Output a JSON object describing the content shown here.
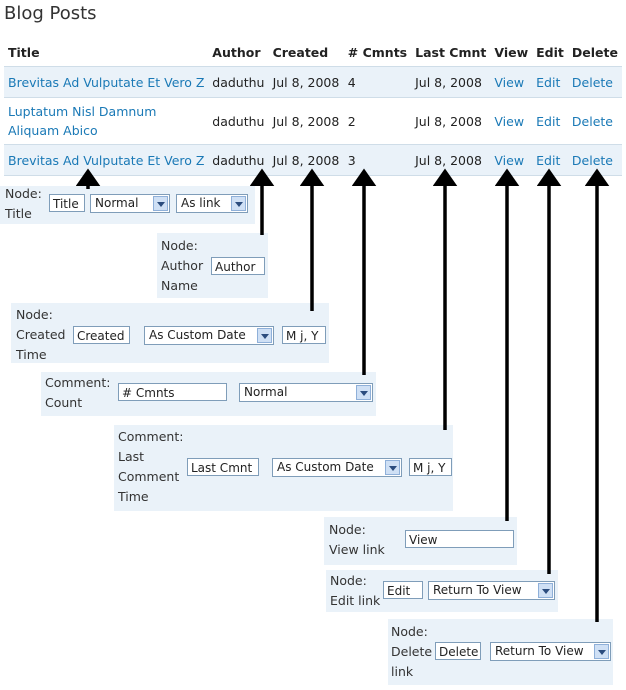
{
  "page_title": "Blog Posts",
  "table": {
    "headers": [
      "Title",
      "Author",
      "Created",
      "# Cmnts",
      "Last Cmnt",
      "View",
      "Edit",
      "Delete"
    ],
    "rows": [
      {
        "title": "Brevitas Ad Vulputate Et Vero Zelus",
        "author": "daduthu",
        "created": "Jul 8, 2008",
        "comments": "4",
        "last_comment": "Jul 8, 2008",
        "view": "View",
        "edit": "Edit",
        "delete": "Delete"
      },
      {
        "title": "Luptatum Nisl Damnum Aliquam Abico",
        "author": "daduthu",
        "created": "Jul 8, 2008",
        "comments": "2",
        "last_comment": "Jul 8, 2008",
        "view": "View",
        "edit": "Edit",
        "delete": "Delete"
      },
      {
        "title": "Brevitas Ad Vulputate Et Vero Zelus",
        "author": "daduthu",
        "created": "Jul 8, 2008",
        "comments": "3",
        "last_comment": "Jul 8, 2008",
        "view": "View",
        "edit": "Edit",
        "delete": "Delete"
      }
    ]
  },
  "config": {
    "title": {
      "label": [
        "Node:",
        "Title"
      ],
      "field": "Title",
      "select1": "Normal",
      "select2": "As link"
    },
    "author": {
      "label": [
        "Node:",
        "Author",
        "Name"
      ],
      "field": "Author"
    },
    "created": {
      "label": [
        "Node:",
        "Created",
        "Time"
      ],
      "field": "Created",
      "select1": "As Custom Date",
      "format": "M j, Y"
    },
    "count": {
      "label": [
        "Comment:",
        "Count"
      ],
      "field": "# Cmnts",
      "select1": "Normal"
    },
    "last": {
      "label": [
        "Comment:",
        "Last",
        "Comment",
        "Time"
      ],
      "field": "Last Cmnt",
      "select1": "As Custom Date",
      "format": "M j, Y"
    },
    "view": {
      "label": [
        "Node:",
        "View link"
      ],
      "field": "View"
    },
    "edit": {
      "label": [
        "Node:",
        "Edit link"
      ],
      "field": "Edit",
      "select1": "Return To View"
    },
    "delete": {
      "label": [
        "Node:",
        "Delete",
        "link"
      ],
      "field": "Delete",
      "select1": "Return To View"
    }
  }
}
